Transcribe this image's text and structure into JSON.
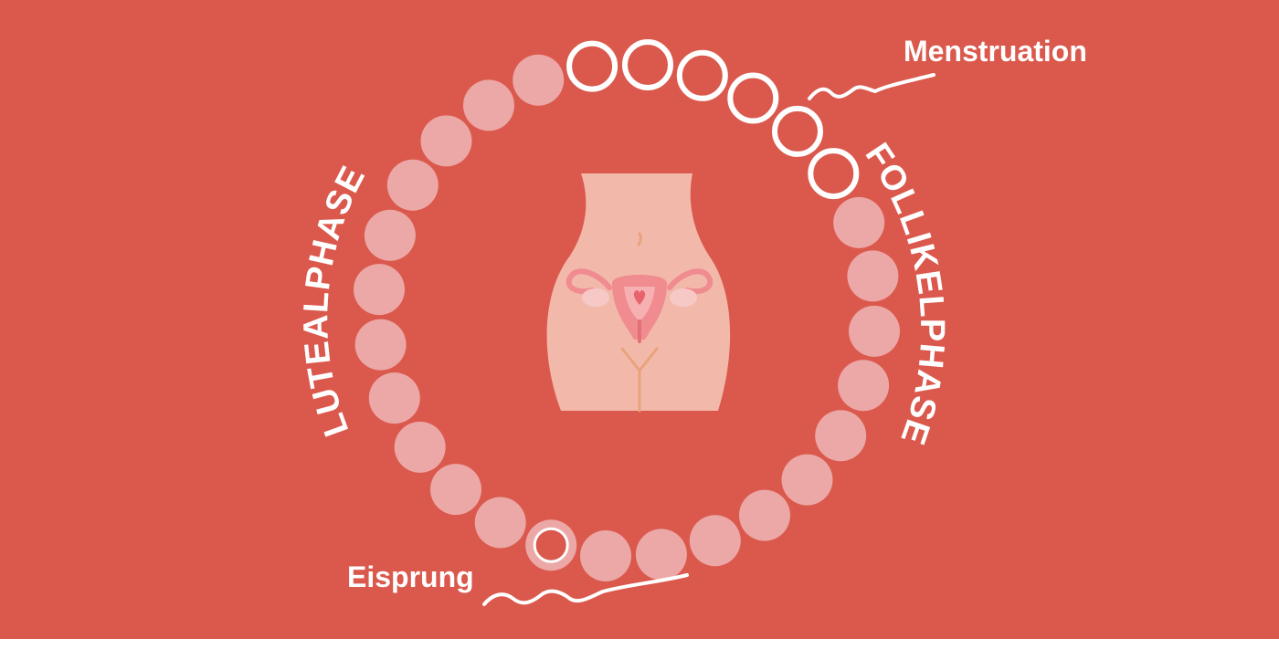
{
  "labels": {
    "menstruation": "Menstruation",
    "follikelphase": "FOLLIKELPHASE",
    "lutealphase": "LUTEALPHASE",
    "eisprung": "Eisprung"
  },
  "colors": {
    "background": "#db584c",
    "day_fill": "#eba8a6",
    "ring_stroke": "#ffffff",
    "text": "#ffffff",
    "body": "#f2b9ab",
    "uterus": "#f08b90",
    "ovary": "#f7c9c6",
    "line": "#e9a27c"
  },
  "cycle": {
    "total_days": 28,
    "menstruation_days": 6,
    "ovulation_day": 17
  },
  "icons": {
    "center": "uterus-body-icon",
    "squiggle": "squiggle-line-icon"
  }
}
